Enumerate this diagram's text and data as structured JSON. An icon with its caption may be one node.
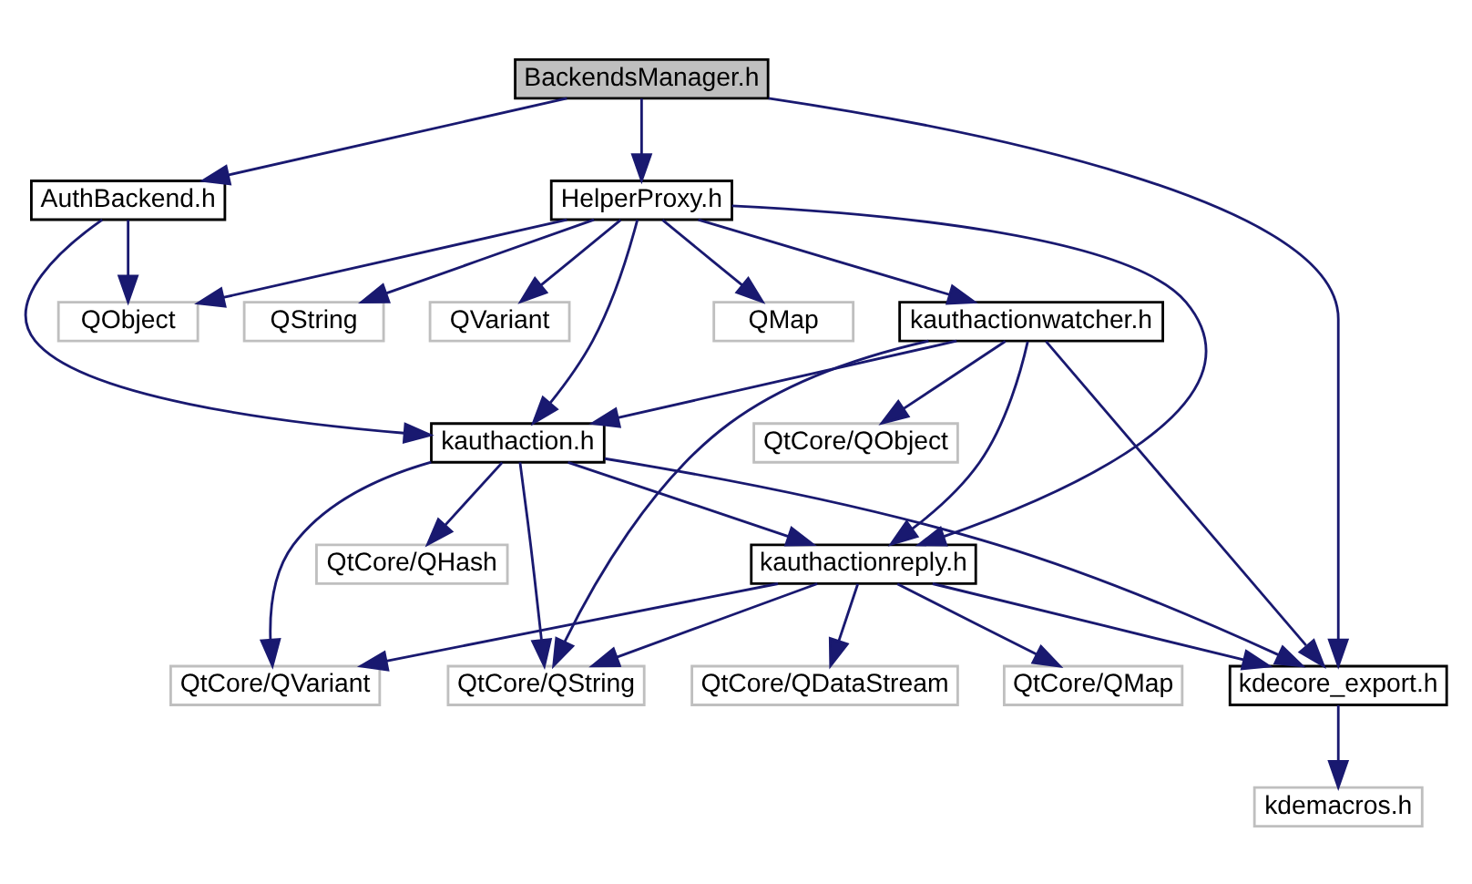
{
  "diagram": {
    "nodes": [
      {
        "text": [
          "BackendsManager.h"
        ]
      },
      {
        "text": [
          "AuthBackend.h"
        ]
      },
      {
        "text": [
          "HelperProxy.h"
        ]
      },
      {
        "text": [
          "QObject"
        ]
      },
      {
        "text": [
          "QString"
        ]
      },
      {
        "text": [
          "QVariant"
        ]
      },
      {
        "text": [
          "kauthactionwatcher.h"
        ]
      },
      {
        "text": [
          "QMap"
        ]
      },
      {
        "text": [
          "kauthaction.h"
        ]
      },
      {
        "text": [
          "QtCore/QObject"
        ]
      },
      {
        "text": [
          "QtCore/QHash"
        ]
      },
      {
        "text": [
          "kauthactionreply.h"
        ]
      },
      {
        "text": [
          "kdecore_export.h"
        ]
      },
      {
        "text": [
          "QtCore/QVariant"
        ]
      },
      {
        "text": [
          "QtCore/QDataStream"
        ]
      },
      {
        "text": [
          "QtCore/QMap"
        ]
      },
      {
        "text": [
          "QtCore/QString"
        ]
      },
      {
        "text": [
          "kdemacros.h"
        ]
      }
    ],
    "edges": [
      {
        "from": 0,
        "to": 1,
        "arrow": "to"
      },
      {
        "from": 0,
        "to": 2,
        "arrow": "to"
      },
      {
        "from": 0,
        "to": 12,
        "arrow": "to"
      },
      {
        "from": 1,
        "to": 3,
        "arrow": "to"
      },
      {
        "from": 1,
        "to": 8,
        "arrow": "to"
      },
      {
        "from": 2,
        "to": 3,
        "arrow": "to"
      },
      {
        "from": 2,
        "to": 4,
        "arrow": "to"
      },
      {
        "from": 2,
        "to": 5,
        "arrow": "to"
      },
      {
        "from": 2,
        "to": 6,
        "arrow": "to"
      },
      {
        "from": 2,
        "to": 7,
        "arrow": "to"
      },
      {
        "from": 2,
        "to": 8,
        "arrow": "to"
      },
      {
        "from": 2,
        "to": 11,
        "arrow": "to"
      },
      {
        "from": 6,
        "to": 8,
        "arrow": "to"
      },
      {
        "from": 6,
        "to": 9,
        "arrow": "to"
      },
      {
        "from": 6,
        "to": 11,
        "arrow": "to"
      },
      {
        "from": 6,
        "to": 12,
        "arrow": "to"
      },
      {
        "from": 6,
        "to": 16,
        "arrow": "to"
      },
      {
        "from": 8,
        "to": 10,
        "arrow": "to"
      },
      {
        "from": 8,
        "to": 11,
        "arrow": "to"
      },
      {
        "from": 8,
        "to": 12,
        "arrow": "to"
      },
      {
        "from": 8,
        "to": 13,
        "arrow": "to"
      },
      {
        "from": 8,
        "to": 16,
        "arrow": "to"
      },
      {
        "from": 11,
        "to": 12,
        "arrow": "to"
      },
      {
        "from": 11,
        "to": 13,
        "arrow": "to"
      },
      {
        "from": 11,
        "to": 14,
        "arrow": "to"
      },
      {
        "from": 11,
        "to": 15,
        "arrow": "to"
      },
      {
        "from": 11,
        "to": 16,
        "arrow": "to"
      },
      {
        "from": 12,
        "to": 17,
        "arrow": "to"
      }
    ]
  }
}
